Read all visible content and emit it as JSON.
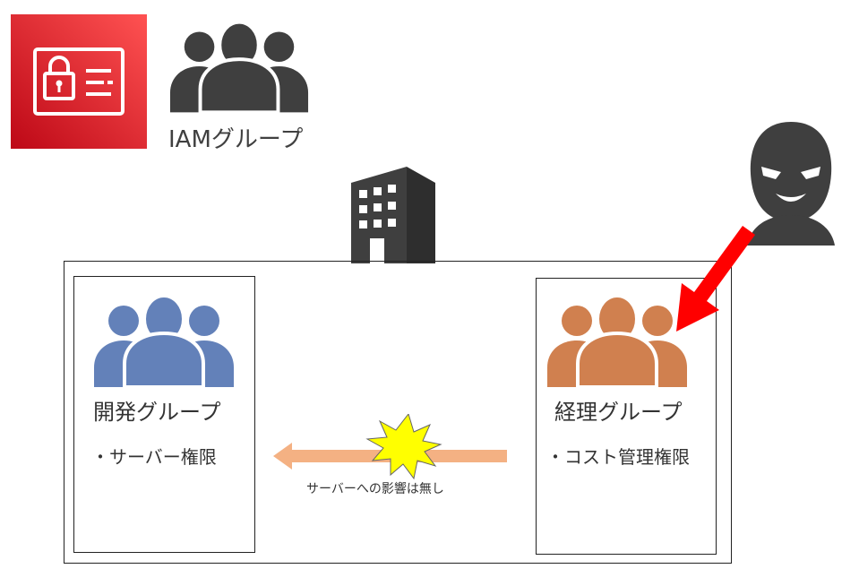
{
  "iam": {
    "badge_icon": "iam-badge-icon",
    "group_icon": "user-group-icon",
    "label": "IAMグループ"
  },
  "company": {
    "icon": "office-building-icon"
  },
  "groups": {
    "development": {
      "title": "開発グループ",
      "permission": "・サーバー権限",
      "color": "#6381B9"
    },
    "accounting": {
      "title": "経理グループ",
      "permission": "・コスト管理権限",
      "color": "#D0804F"
    }
  },
  "impact": {
    "caption": "サーバーへの影響は無し",
    "arrow_color": "#F4B183",
    "burst_color": "#FFFF00"
  },
  "attacker": {
    "icon": "hacker-icon",
    "arrow_color": "#FF0000"
  }
}
